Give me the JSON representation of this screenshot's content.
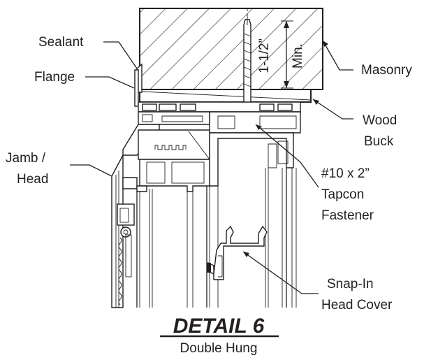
{
  "detail": {
    "title": "DETAIL 6",
    "subtitle": "Double Hung"
  },
  "labels": {
    "sealant": "Sealant",
    "flange": "Flange",
    "jamb_head_line1": "Jamb /",
    "jamb_head_line2": "Head",
    "masonry": "Masonry",
    "wood_buck_line1": "Wood",
    "wood_buck_line2": "Buck",
    "fastener_line1": "#10 x 2”",
    "fastener_line2": "Tapcon",
    "fastener_line3": "Fastener",
    "head_cover_line1": "Snap-In",
    "head_cover_line2": "Head Cover"
  },
  "dimension": {
    "value": "1-1/2”",
    "qualifier": "Min."
  }
}
